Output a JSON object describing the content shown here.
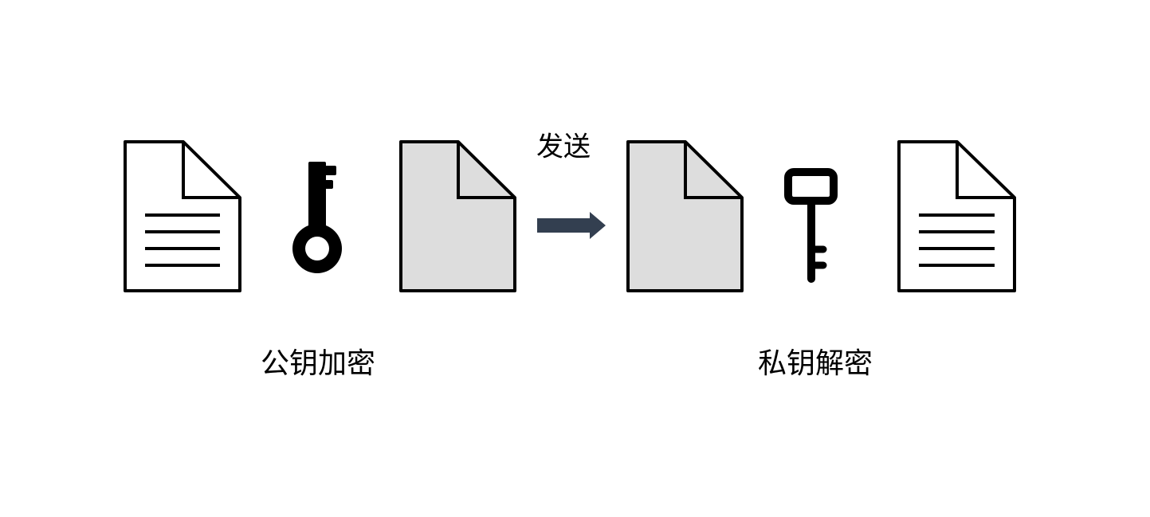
{
  "labels": {
    "send": "发送",
    "public_key_encrypt": "公钥加密",
    "private_key_decrypt": "私钥解密"
  },
  "colors": {
    "plain_doc_fill": "#FFFFFF",
    "encrypted_doc_fill": "#DDDDDD",
    "arrow": "#333F50",
    "stroke": "#000000"
  }
}
